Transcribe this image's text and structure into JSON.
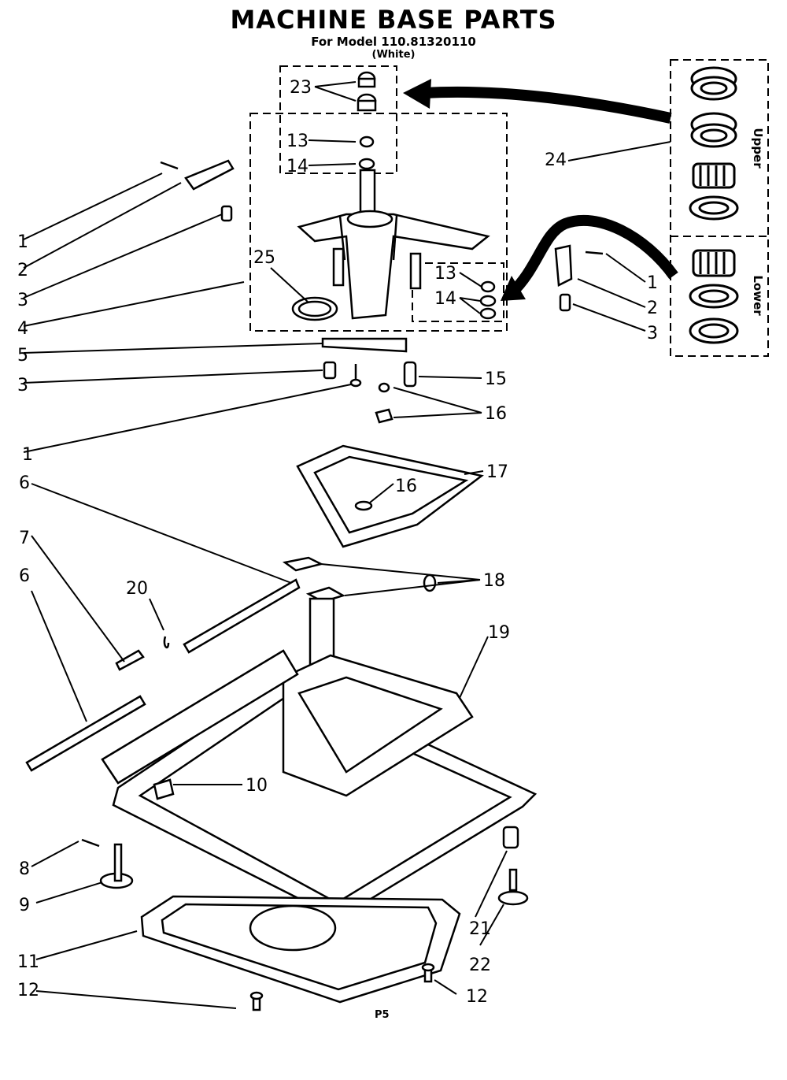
{
  "header": {
    "title": "MACHINE BASE PARTS",
    "model": "For Model 110.81320110",
    "color": "(White)"
  },
  "side_box": {
    "upper_label": "Upper",
    "lower_label": "Lower"
  },
  "footer": {
    "code": "P5"
  },
  "callouts": {
    "c1a": "1",
    "c2a": "2",
    "c3a": "3",
    "c4": "4",
    "c25": "25",
    "c5": "5",
    "c3b": "3",
    "c1b": "1",
    "c6a": "6",
    "c7": "7",
    "c6b": "6",
    "c20": "20",
    "c8": "8",
    "c9": "9",
    "c10": "10",
    "c11": "11",
    "c12a": "12",
    "c23": "23",
    "c13a": "13",
    "c14a": "14",
    "c24": "24",
    "c13b": "13",
    "c14b": "14",
    "c1c": "1",
    "c2c": "2",
    "c3c": "3",
    "c15": "15",
    "c16a": "16",
    "c16b": "16",
    "c17": "17",
    "c18": "18",
    "c19": "19",
    "c21": "21",
    "c22": "22",
    "c12b": "12"
  }
}
